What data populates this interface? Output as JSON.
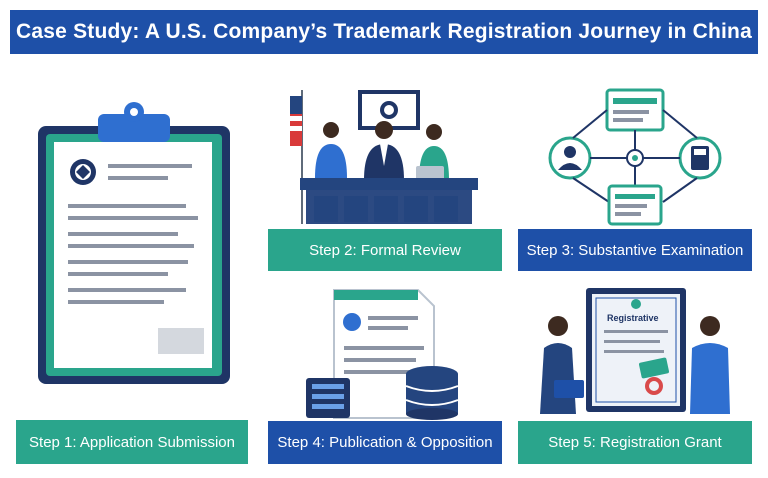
{
  "title": "Case Study: A U.S. Company’s Trademark Registration Journey in China",
  "steps": {
    "step1": "Step 1: Application Submission",
    "step2": "Step 2: Formal Review",
    "step3": "Step 3: Substantive Examination",
    "step4": "Step 4: Publication & Opposition",
    "step5": "Step 5: Registration Grant"
  },
  "certificate_text": "Registrative",
  "colors": {
    "navy": "#1e50a8",
    "teal": "#2aa58c",
    "dark_navy": "#1f3566"
  }
}
